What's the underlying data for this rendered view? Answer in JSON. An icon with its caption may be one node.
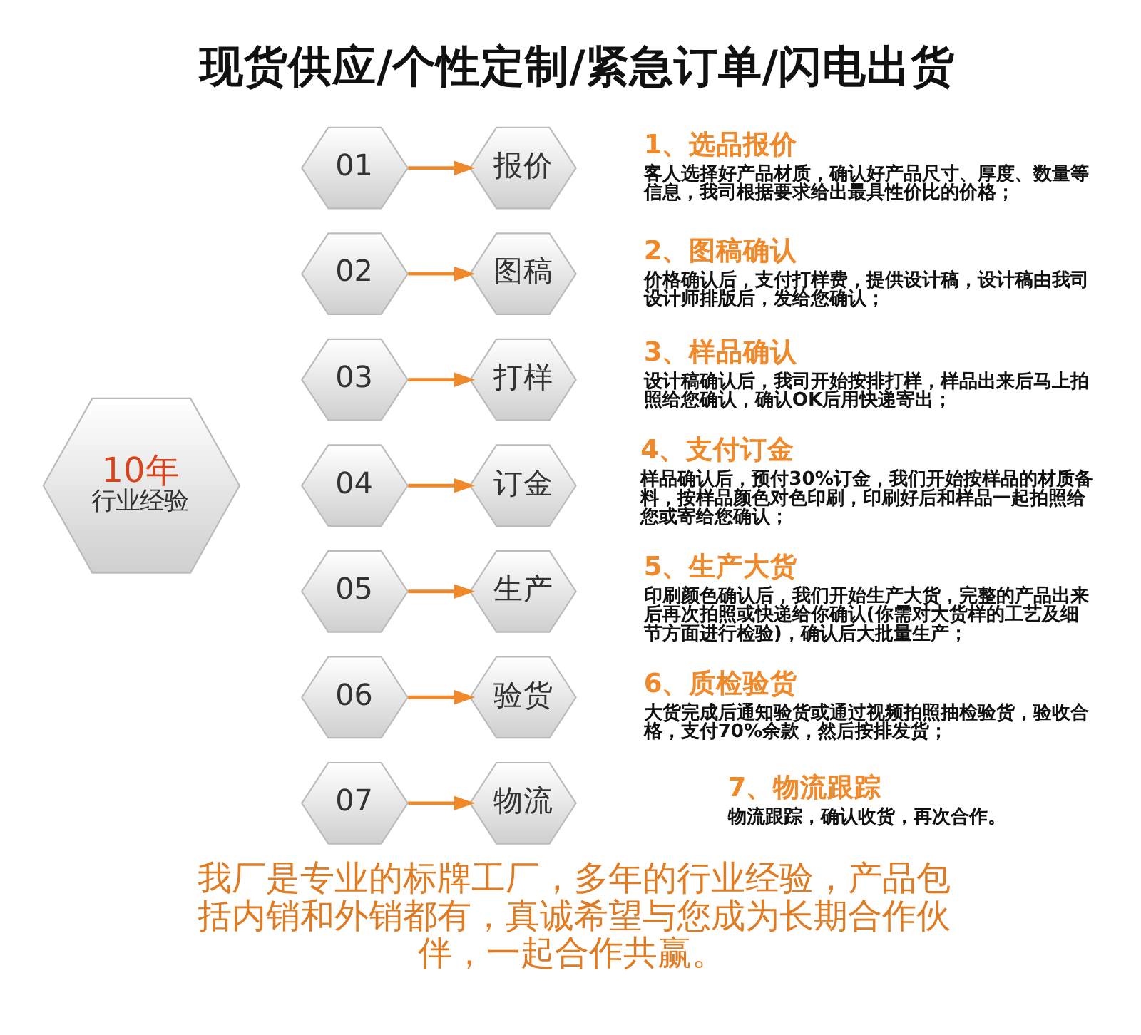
{
  "diagram": {
    "title": "现货供应/个性定制/紧急订单/闪电出货",
    "caption": "我厂是专业的标牌工厂，多年的行业经验，产品包括内销和外销都有，真诚希望与您成为长期合作伙伴，一起合作共赢。",
    "nodes": [
      {
        "text": [
          "10年",
          "行业经验"
        ]
      },
      {
        "text": [
          "01"
        ]
      },
      {
        "text": [
          "报价"
        ],
        "beside": [
          "1、选品报价",
          "客人选择好产品材质，确认好产品尺寸、厚度、数量等信息，我司根据要求给出最具性价比的价格；"
        ]
      },
      {
        "text": [
          "02"
        ]
      },
      {
        "text": [
          "图稿"
        ],
        "beside": [
          "2、图稿确认",
          "价格确认后，支付打样费，提供设计稿，设计稿由我司设计师排版后，发给您确认；"
        ]
      },
      {
        "text": [
          "03"
        ]
      },
      {
        "text": [
          "打样"
        ],
        "beside": [
          "3、样品确认",
          "设计稿确认后，我司开始按排打样，样品出来后马上拍照给您确认，确认OK后用快递寄出；"
        ]
      },
      {
        "text": [
          "04"
        ]
      },
      {
        "text": [
          "订金"
        ],
        "beside": [
          "4、支付订金",
          "样品确认后，预付30%订金，我们开始按样品的材质备料，按样品颜色对色印刷，印刷好后和样品一起拍照给您或寄给您确认；"
        ]
      },
      {
        "text": [
          "05"
        ]
      },
      {
        "text": [
          "生产"
        ],
        "beside": [
          "5、生产大货",
          "印刷颜色确认后，我们开始生产大货，完整的产品出来后再次拍照或快递给你确认(你需对大货样的工艺及细节方面进行检验)，确认后大批量生产；"
        ]
      },
      {
        "text": [
          "06"
        ]
      },
      {
        "text": [
          "验货"
        ],
        "beside": [
          "6、质检验货",
          "大货完成后通知验货或通过视频拍照抽检验货，验收合格，支付70%余款，然后按排发货；"
        ]
      },
      {
        "text": [
          "07"
        ]
      },
      {
        "text": [
          "物流"
        ],
        "beside": [
          "7、物流跟踪",
          "物流跟踪，确认收货，再次合作。"
        ]
      }
    ],
    "edges": [
      {
        "from": 1,
        "to": 2,
        "arrow": "to"
      },
      {
        "from": 3,
        "to": 4,
        "arrow": "to"
      },
      {
        "from": 5,
        "to": 6,
        "arrow": "to"
      },
      {
        "from": 7,
        "to": 8,
        "arrow": "to"
      },
      {
        "from": 9,
        "to": 10,
        "arrow": "to"
      },
      {
        "from": 11,
        "to": 12,
        "arrow": "to"
      },
      {
        "from": 13,
        "to": 14,
        "arrow": "to"
      }
    ]
  }
}
